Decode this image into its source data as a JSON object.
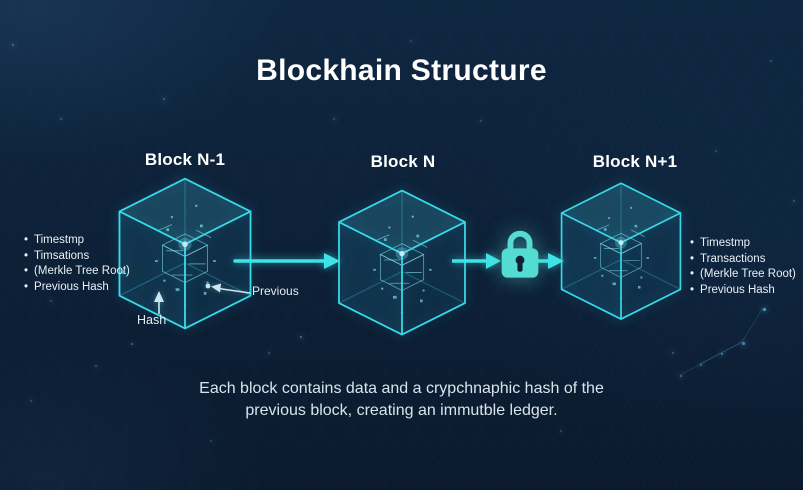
{
  "title": "Blockhain Structure",
  "blocks": [
    {
      "label": "Block N-1"
    },
    {
      "label": "Block N"
    },
    {
      "label": "Block N+1"
    }
  ],
  "left_list": {
    "items": [
      "Timestmp",
      "Timsations",
      "(Merkle Tree Root)",
      "Previous Hash"
    ]
  },
  "right_list": {
    "items": [
      "Timestmp",
      "Transactions",
      "(Merkle Tree Root)",
      "Previous Hash"
    ]
  },
  "annotations": {
    "hash_label": "Hash",
    "previous_label": "Previous"
  },
  "caption": {
    "line1": "Each block contains data and a crypchnaphic hash of the",
    "line2": "previous block, creating an immutble ledger."
  },
  "icons": {
    "lock": "lock-icon",
    "flow_arrow": "arrow-right-icon"
  },
  "colors": {
    "background_top": "#102742",
    "background_bottom": "#0b1a2e",
    "accent_cyan": "#3fe3e7",
    "lock_teal": "#55dcd2",
    "title_white": "#ffffff",
    "muted_text": "#d9e3ec"
  }
}
